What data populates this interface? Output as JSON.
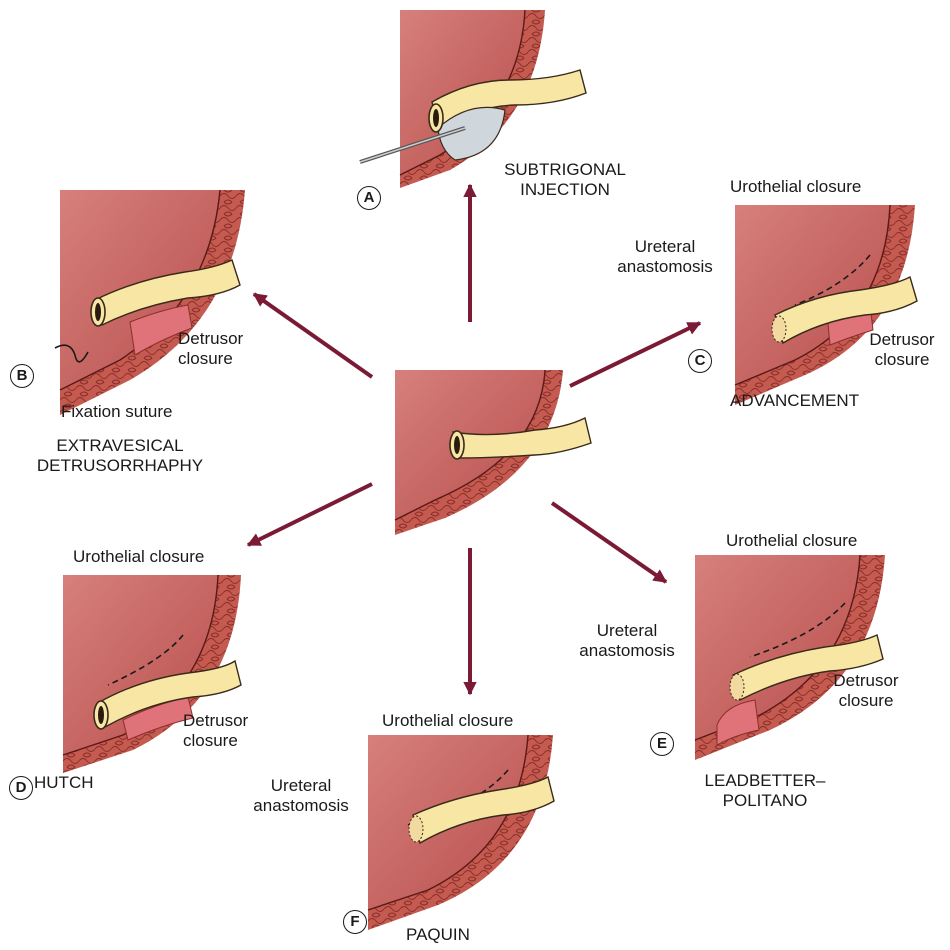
{
  "panels": {
    "a": {
      "letter": "A",
      "technique": [
        "SUBTRIGONAL",
        "INJECTION"
      ]
    },
    "b": {
      "letter": "B",
      "detrusor": [
        "Detrusor",
        "closure"
      ],
      "fixation": "Fixation suture",
      "technique": [
        "EXTRAVESICAL",
        "DETRUSORRHAPHY"
      ]
    },
    "c": {
      "letter": "C",
      "urothelial": "Urothelial closure",
      "ureteral": [
        "Ureteral",
        "anastomosis"
      ],
      "detrusor": [
        "Detrusor",
        "closure"
      ],
      "technique": "ADVANCEMENT"
    },
    "d": {
      "letter": "D",
      "urothelial": "Urothelial closure",
      "detrusor": [
        "Detrusor",
        "closure"
      ],
      "technique": "HUTCH"
    },
    "e": {
      "letter": "E",
      "urothelial": "Urothelial closure",
      "ureteral": [
        "Ureteral",
        "anastomosis"
      ],
      "detrusor": [
        "Detrusor",
        "closure"
      ],
      "technique": [
        "LEADBETTER–",
        "POLITANO"
      ]
    },
    "f": {
      "letter": "F",
      "urothelial": "Urothelial closure",
      "ureteral": [
        "Ureteral",
        "anastomosis"
      ],
      "technique": "PAQUIN"
    }
  },
  "colors": {
    "bladder": "#cf6b68",
    "bladder_dark": "#b9524f",
    "wall": "#c45a50",
    "wall_cells": "#8a2f2a",
    "ureter": "#f7e6a4",
    "ureter_edge": "#3a2a1a",
    "detrusor_patch": "#e0727a",
    "arrow": "#7a1a35",
    "cushion": "#cfd6dc"
  }
}
